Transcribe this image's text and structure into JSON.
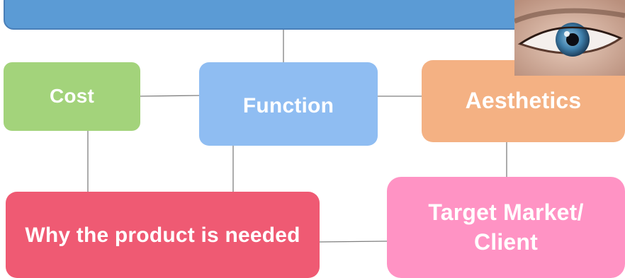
{
  "title": {
    "text": ""
  },
  "nodes": {
    "cost": "Cost",
    "function": "Function",
    "aesthetics": "Aesthetics",
    "why_needed": "Why the product is needed",
    "target_line1": "Target Market/",
    "target_line2": "Client"
  },
  "image": {
    "subject": "eye-photo"
  },
  "colors": {
    "title": "#5b9bd5",
    "cost": "#a3d37b",
    "function": "#8fbdf2",
    "aesthetics": "#f4b183",
    "why_needed": "#ef5a73",
    "target": "#ff93c4",
    "connector": "#7f7f7f"
  }
}
